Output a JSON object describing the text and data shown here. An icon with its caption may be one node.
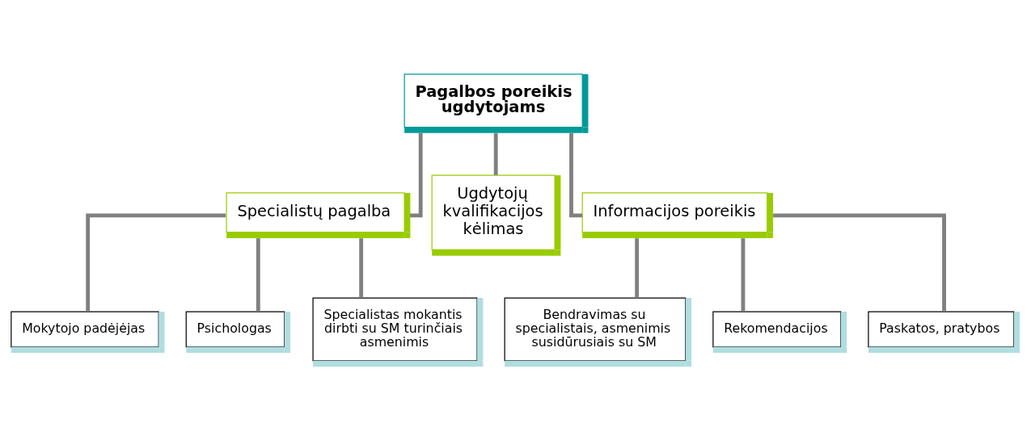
{
  "diagram": {
    "nodes": [
      {
        "text": [
          "Pagalbos poreikis ugdytojams"
        ]
      },
      {
        "text": [
          "Specialistų pagalba"
        ]
      },
      {
        "text": [
          "Ugdytojų kvalifikacijos kėlimas"
        ]
      },
      {
        "text": [
          "Informacijos poreikis"
        ]
      },
      {
        "text": [
          "Mokytojo padėjėjas"
        ]
      },
      {
        "text": [
          "Psichologas"
        ]
      },
      {
        "text": [
          "Specialistas mokantis dirbti su SM turinčiais asmenimis"
        ]
      },
      {
        "text": [
          "Bendravimas su specialistais, asmenimis susidūrusiais su SM"
        ]
      },
      {
        "text": [
          "Rekomendacijos"
        ]
      },
      {
        "text": [
          "Paskatos, pratybos"
        ]
      }
    ],
    "edges": [
      {
        "from": 0,
        "to": 1,
        "arrow": "none"
      },
      {
        "from": 0,
        "to": 2,
        "arrow": "none"
      },
      {
        "from": 0,
        "to": 3,
        "arrow": "none"
      },
      {
        "from": 1,
        "to": 4,
        "arrow": "none"
      },
      {
        "from": 1,
        "to": 5,
        "arrow": "none"
      },
      {
        "from": 1,
        "to": 6,
        "arrow": "none"
      },
      {
        "from": 3,
        "to": 7,
        "arrow": "none"
      },
      {
        "from": 3,
        "to": 8,
        "arrow": "none"
      },
      {
        "from": 3,
        "to": 9,
        "arrow": "none"
      }
    ]
  }
}
